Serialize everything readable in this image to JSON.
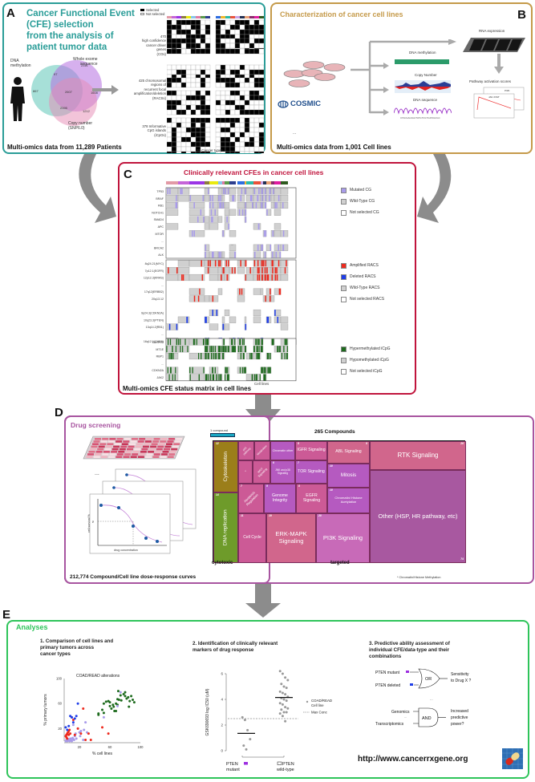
{
  "panels": {
    "A": {
      "letter": "A",
      "title_lines": [
        "Cancer Functional Event",
        "(CFE) selection",
        "from the analysis of",
        "patient tumor data"
      ],
      "venn": {
        "labels": {
          "methylation": "DNA methylation",
          "exome": "Whole exome sequence",
          "copy_number": "Copy number (SNP6.0)"
        },
        "methylation_line1": "DNA",
        "methylation_line2": "methylation",
        "exome_line1": "Whole exome",
        "exome_line2": "sequence",
        "cn_line1": "Copy number",
        "cn_line2": "(SNP6.0)",
        "counts": {
          "meth_only": "867",
          "exome_only": "2311",
          "meth_exome": "97",
          "all_three": "2607",
          "exome_cn": "1608",
          "meth_cn": "2395",
          "cn_only": "1212"
        }
      },
      "legend": {
        "selected": "Selected",
        "not_selected": "Not selected"
      },
      "groups": [
        {
          "count": "470",
          "lines": [
            "470",
            "high confidence",
            "cancer driver",
            "genes",
            "(CGs)"
          ]
        },
        {
          "count": "425",
          "lines": [
            "425 chromosomal",
            "regions of",
            "recurrent focal",
            "amplification/deletion",
            "(RACSs)"
          ]
        },
        {
          "count": "378",
          "lines": [
            "378 Informative",
            "CpG islands",
            "(iCpGs)"
          ]
        }
      ],
      "xaxis": "29 Cancer types",
      "ellipsis": "...",
      "footer": "Multi-omics data from 11,289 Patients"
    },
    "B": {
      "letter": "B",
      "title": "Characterization of cancer cell lines",
      "labels": {
        "rna": "RNA expression",
        "methylation": "DNA methylation",
        "copy_number": "Copy Number",
        "sequence": "DNA sequence",
        "pathway": "Pathway activation scores",
        "pi3k": "PI3K",
        "jakstat": "JAK-STAT",
        "seq_text": "CTACGACAGCTATGTCGTCATAGCGC"
      },
      "cosmic": "COSMIC",
      "ellipsis": "...",
      "footer": "Multi-omics data from 1,001 Cell lines"
    },
    "C": {
      "letter": "C",
      "title": "Clinically relevant CFEs in cancer cell lines",
      "cg_rows": [
        "TP53",
        "BRAF",
        "RB1",
        "NOTCH1",
        "SMAD4",
        "APC",
        "MTOR",
        "...",
        "BRCA2",
        "ALK"
      ],
      "racs_rows": [
        "8q24.21(MYC)",
        "7p12.1(EGFR)",
        "12p12.3(KRAS)",
        "...",
        "17q12(ERBB2)",
        "20q13.12",
        "",
        "9p24.3(CDKN2A)",
        "10q23.3(PTEN)",
        "13q14.2(RB1)",
        "...",
        "16q12.1(CHD9)"
      ],
      "icpg_rows": [
        "DUSP22",
        "MT1E",
        "RBP1",
        "...",
        "CDKN2A",
        "JAK2"
      ],
      "legend_cg": [
        "Mutated CG",
        "Wild-Type CG",
        "Not selected CG"
      ],
      "legend_racs": [
        "Amplified RACS",
        "Deleted RACS",
        "Wild-Type RACS",
        "Not selected RACS"
      ],
      "legend_icpg": [
        "Hypermethylated iCpG",
        "Hypomethylated iCpG",
        "Not selected iCpG"
      ],
      "xaxis": "Cell lines",
      "footer": "Multi-omics CFE status matrix in cell lines"
    },
    "D": {
      "letter": "D",
      "title": "Drug screening",
      "curve": {
        "ylabel": "cell survival %",
        "xlabel": "drug concentration",
        "mid": "50"
      },
      "ellipsis": "...",
      "compounds_title": "265 Compounds",
      "scale_label": "1 compound",
      "cytotoxic": [
        {
          "label": "Cytoskeleton",
          "count": "12"
        },
        {
          "label": "DNA replication",
          "count": "14"
        }
      ],
      "targeted": [
        {
          "label": "p53 pathway",
          "count": ""
        },
        {
          "label": "Metabolism",
          "count": ""
        },
        {
          "label": "Chromatin other",
          "count": ""
        },
        {
          "label": "IGFR Signaling",
          "count": "5"
        },
        {
          "label": "ABL Signaling",
          "count": "9"
        },
        {
          "label": "RTK Signaling",
          "count": "26"
        },
        {
          "label": "*",
          "count": ""
        },
        {
          "label": "WNT Signaling",
          "count": ""
        },
        {
          "label": "JNK and p38 Signaling",
          "count": "6"
        },
        {
          "label": "TOR Signaling",
          "count": "7"
        },
        {
          "label": "Mitosis",
          "count": "10"
        },
        {
          "label": "Apoptosis Regulation",
          "count": "7"
        },
        {
          "label": "Genome Integrity",
          "count": "9"
        },
        {
          "label": "EGFR Signaling",
          "count": "8"
        },
        {
          "label": "Chromatin/ Histone Acetylation",
          "count": "10"
        },
        {
          "label": "Other (HSP, HR pathway, etc)",
          "count": "74"
        },
        {
          "label": "Cell Cycle",
          "count": "11"
        },
        {
          "label": "ERK-MAPK Signaling",
          "count": "19"
        },
        {
          "label": "PI3K Signaling",
          "count": "20"
        }
      ],
      "cytotoxic_label": "cytotoxic",
      "targeted_label": "targeted",
      "footnote": "* Chromatin/Histone Methylation",
      "footer": "212,774  Compound/Cell line dose-response curves"
    },
    "E": {
      "letter": "E",
      "title": "Analyses",
      "sub1": [
        "1. Comparison of cell lines and",
        "primary tumors across",
        "cancer types"
      ],
      "sub2": [
        "2. Identification of clinically relevant",
        "markers of drug response"
      ],
      "sub3": [
        "3. Predictive ability assessment of",
        "individual CFE/data-type and their",
        "combinations"
      ],
      "scatter": {
        "title": "COAD/READ alterations",
        "xlabel": "% cell lines",
        "ylabel": "% primary tumors",
        "xticks": [
          "20",
          "60",
          "100"
        ],
        "yticks": [
          "20",
          "60",
          "100"
        ]
      },
      "dot": {
        "ylabel": "GSK690693 log IC50 (uM)",
        "yticks": [
          "0",
          "2",
          "4",
          "6"
        ],
        "group1": [
          "PTEN",
          "mutant"
        ],
        "group2": [
          "PTEN",
          "wild-type"
        ],
        "legend_point": [
          "COAD/READ",
          "Cell line"
        ],
        "legend_line": "Max Conc"
      },
      "logic": {
        "in1": "PTEN mutant",
        "in2": "PTEN deleted",
        "gate1": "OR",
        "out1": [
          "Sensitivity",
          "to Drug X ?"
        ],
        "in3": "Genomics",
        "in4": "Transcriptomics",
        "gate2": "AND",
        "out2": [
          "Increased",
          "predictive",
          "power?"
        ],
        "ellipsis": "..."
      },
      "url": "http://www.cancerrxgene.org"
    }
  },
  "colors": {
    "A": "#2a9d98",
    "B": "#c59a4a",
    "C": "#c0143c",
    "D": "#a855a0",
    "E": "#2ec45a",
    "mutated": "#a89bea",
    "wildtype": "#d0d0d0",
    "amplified": "#ee2a1e",
    "deleted": "#1f3ee8",
    "hyper": "#1e6b1e",
    "arrow": "#8c8c8c"
  },
  "chart_data": [
    {
      "type": "scatter",
      "title": "COAD/READ alterations",
      "xlabel": "% cell lines",
      "ylabel": "% primary tumors",
      "xlim": [
        0,
        100
      ],
      "ylim": [
        0,
        100
      ],
      "series": [
        {
          "name": "iCpG (hypermethylated)",
          "color": "#1e6b1e",
          "points": [
            [
              45,
              42
            ],
            [
              45,
              44
            ],
            [
              50,
              50
            ],
            [
              52,
              45
            ],
            [
              52,
              60
            ],
            [
              55,
              63
            ],
            [
              58,
              64
            ],
            [
              60,
              62
            ],
            [
              60,
              56
            ],
            [
              62,
              52
            ],
            [
              64,
              58
            ],
            [
              65,
              55
            ],
            [
              66,
              48
            ],
            [
              68,
              48
            ],
            [
              68,
              60
            ],
            [
              70,
              58
            ],
            [
              70,
              67
            ],
            [
              72,
              66
            ],
            [
              71,
              80
            ],
            [
              74,
              73
            ],
            [
              78,
              75
            ],
            [
              80,
              72
            ],
            [
              80,
              78
            ],
            [
              82,
              68
            ],
            [
              84,
              70
            ],
            [
              86,
              64
            ],
            [
              88,
              72
            ],
            [
              90,
              66
            ],
            [
              92,
              62
            ],
            [
              85,
              55
            ],
            [
              75,
              65
            ]
          ]
        },
        {
          "name": "Mutated CG",
          "color": "#a89bea",
          "points": [
            [
              2,
              0
            ],
            [
              3,
              2
            ],
            [
              4,
              0
            ],
            [
              5,
              3
            ],
            [
              6,
              1
            ],
            [
              7,
              0
            ],
            [
              8,
              4
            ],
            [
              9,
              2
            ],
            [
              10,
              0
            ],
            [
              11,
              5
            ],
            [
              12,
              3
            ],
            [
              13,
              2
            ],
            [
              14,
              8
            ],
            [
              15,
              12
            ],
            [
              16,
              4
            ],
            [
              18,
              20
            ],
            [
              20,
              14
            ],
            [
              21,
              8
            ],
            [
              22,
              16
            ],
            [
              25,
              2
            ],
            [
              26,
              18
            ],
            [
              28,
              30
            ],
            [
              30,
              14
            ],
            [
              52,
              38
            ],
            [
              74,
              78
            ],
            [
              70,
              56
            ],
            [
              12,
              26
            ]
          ]
        },
        {
          "name": "Amplified RACS",
          "color": "#ee2a1e",
          "points": [
            [
              2,
              8
            ],
            [
              3,
              10
            ],
            [
              4,
              12
            ],
            [
              5,
              14
            ],
            [
              6,
              16
            ],
            [
              7,
              18
            ],
            [
              3,
              6
            ],
            [
              4,
              4
            ],
            [
              6,
              10
            ],
            [
              8,
              12
            ],
            [
              14,
              10
            ],
            [
              18,
              20
            ],
            [
              22,
              12
            ],
            [
              25,
              52
            ],
            [
              28,
              2
            ],
            [
              35,
              2
            ],
            [
              32,
              12
            ],
            [
              50,
              22
            ],
            [
              58,
              12
            ],
            [
              10,
              38
            ],
            [
              12,
              34
            ]
          ]
        },
        {
          "name": "Deleted RACS",
          "color": "#1f3ee8",
          "points": [
            [
              2,
              22
            ],
            [
              4,
              18
            ],
            [
              6,
              24
            ],
            [
              8,
              40
            ],
            [
              10,
              38
            ],
            [
              12,
              30
            ],
            [
              14,
              36
            ],
            [
              16,
              40
            ],
            [
              18,
              60
            ]
          ]
        }
      ]
    },
    {
      "type": "scatter",
      "title": "",
      "xlabel": "",
      "ylabel": "GSK690693 log IC50 (uM)",
      "categories": [
        "PTEN mutant",
        "PTEN wild-type"
      ],
      "ylim": [
        0,
        6
      ],
      "max_conc": 2.5,
      "series": [
        {
          "name": "PTEN mutant",
          "values": [
            2.6,
            2.4,
            1.6,
            0.9,
            0.4,
            0.1
          ],
          "median": 1.35
        },
        {
          "name": "PTEN wild-type",
          "values": [
            6.2,
            6.0,
            5.7,
            5.5,
            5.2,
            5.0,
            4.9,
            4.6,
            4.5,
            4.4,
            4.2,
            4.1,
            4.0,
            3.9,
            3.7,
            3.6,
            3.4,
            3.3,
            3.2,
            3.0,
            3.0,
            2.9,
            2.7,
            2.3
          ],
          "median": 4.15
        }
      ]
    }
  ]
}
